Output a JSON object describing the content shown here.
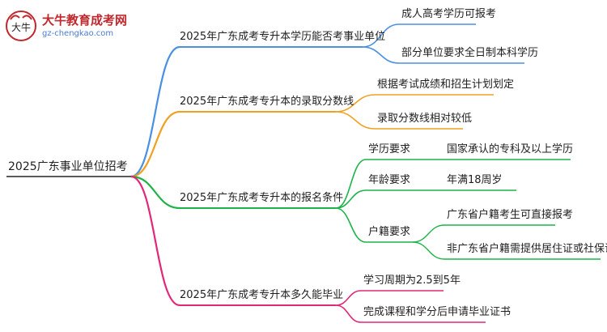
{
  "colors": {
    "l1": [
      "#4a90e2",
      "#f0a020",
      "#1db34a",
      "#e0287a"
    ],
    "text": "#1f1f1f",
    "logo_red": "#c0282d",
    "logo_blue": "#4a7bd0"
  },
  "logo": {
    "title": "大牛教育成考网",
    "url": "gz-chengkao.com",
    "mark_text": "大牛",
    "icon": "bull-logo-icon"
  },
  "mindmap": {
    "root": "2025广东事业单位招考",
    "branches": [
      {
        "label": "2025年广东成考专升本学历能否考事业单位",
        "children": [
          {
            "label": "成人高考学历可报考"
          },
          {
            "label": "部分单位要求全日制本科学历"
          }
        ]
      },
      {
        "label": "2025年广东成考专升本的录取分数线",
        "children": [
          {
            "label": "根据考试成绩和招生计划划定"
          },
          {
            "label": "录取分数线相对较低"
          }
        ]
      },
      {
        "label": "2025年广东成考专升本的报名条件",
        "children": [
          {
            "label": "学历要求",
            "children": [
              {
                "label": "国家承认的专科及以上学历"
              }
            ]
          },
          {
            "label": "年龄要求",
            "children": [
              {
                "label": "年满18周岁"
              }
            ]
          },
          {
            "label": "户籍要求",
            "children": [
              {
                "label": "广东省户籍考生可直接报考"
              },
              {
                "label": "非广东省户籍需提供居住证或社保证明"
              }
            ]
          }
        ]
      },
      {
        "label": "2025年广东成考专升本多久能毕业",
        "children": [
          {
            "label": "学习周期为2.5到5年"
          },
          {
            "label": "完成课程和学分后申请毕业证书"
          }
        ]
      }
    ]
  }
}
